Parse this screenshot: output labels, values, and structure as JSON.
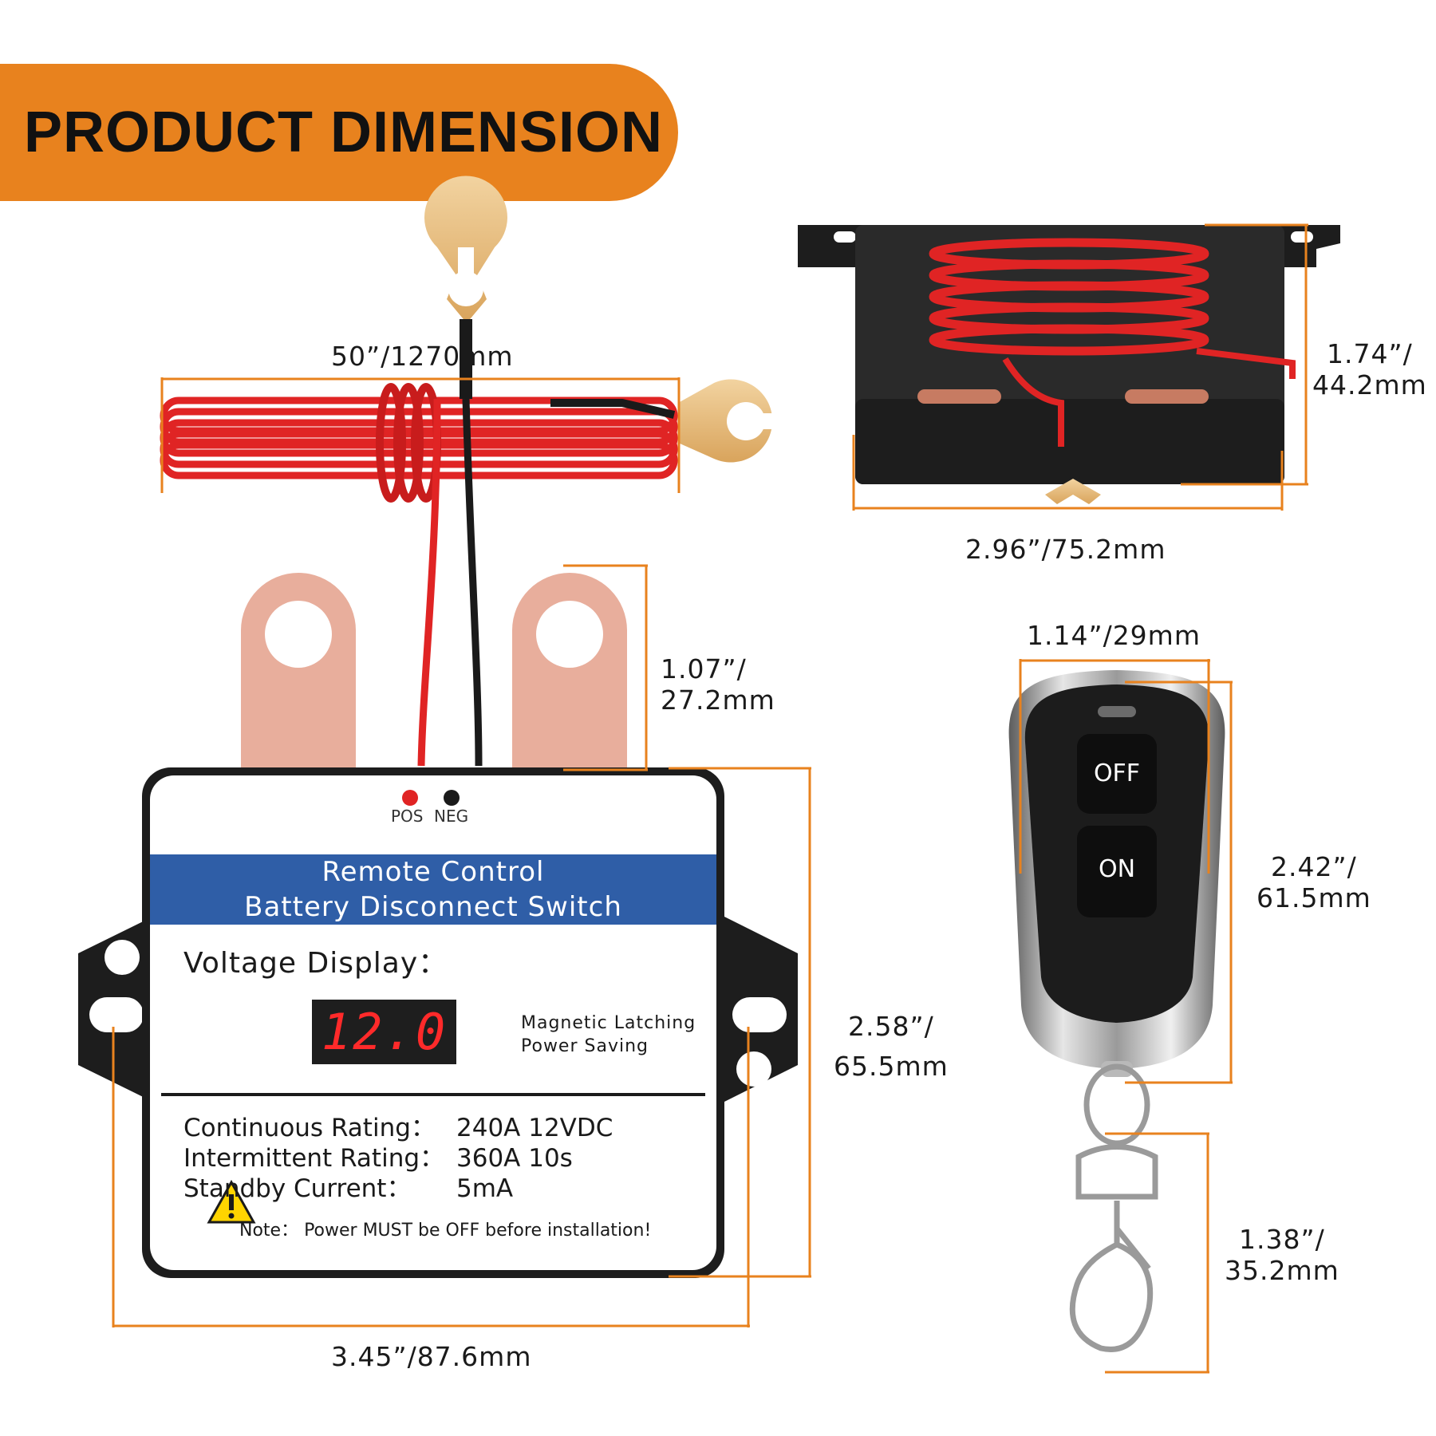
{
  "banner": {
    "title": "PRODUCT DIMENSION"
  },
  "dimensions": {
    "cable_length": "50”/1270mm",
    "switch_height": [
      "1.74”/",
      "44.2mm"
    ],
    "switch_width_side": "2.96”/75.2mm",
    "terminal_length": [
      "1.07”/",
      "27.2mm"
    ],
    "remote_width": "1.14”/29mm",
    "remote_height": [
      "2.42”/",
      "61.5mm"
    ],
    "switch_body_height": [
      "2.58”/",
      "65.5mm"
    ],
    "keychain_length": [
      "1.38”/",
      "35.2mm"
    ],
    "switch_total_width": "3.45”/87.6mm"
  },
  "switch_label": {
    "pos": "POS",
    "neg": "NEG",
    "title_line1": "Remote Control",
    "title_line2": "Battery Disconnect Switch",
    "voltage_label": "Voltage Display：",
    "voltage_value": "12.0",
    "feature1": "Magnetic Latching",
    "feature2": "Power Saving",
    "specs": [
      {
        "key": "Continuous Rating：",
        "value": "240A 12VDC"
      },
      {
        "key": "Intermittent Rating：",
        "value": "360A 10s"
      },
      {
        "key": "Standby   Current：",
        "value": "5mA"
      }
    ],
    "note": "Note： Power MUST be OFF before installation!"
  },
  "remote": {
    "off_label": "OFF",
    "on_label": "ON"
  },
  "colors": {
    "banner": "#e8821e",
    "dimension_line": "#e8821e",
    "label_band": "#2f5ea7",
    "wire_red": "#e02424",
    "copper": "#e8ae9c",
    "housing": "#222222"
  }
}
